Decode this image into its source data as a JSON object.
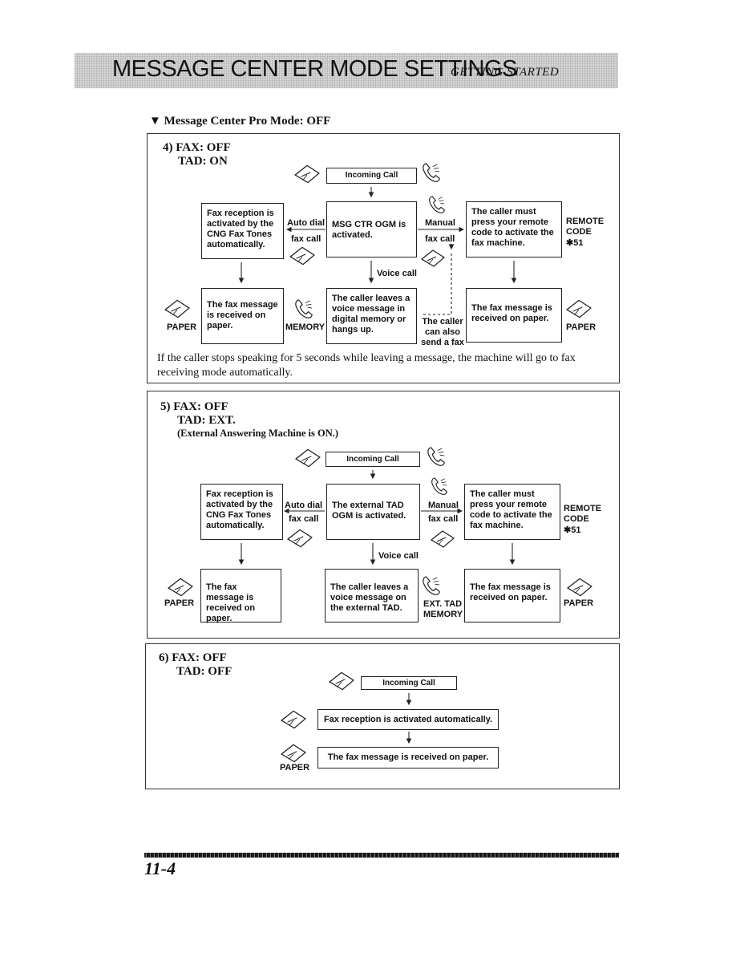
{
  "header": {
    "title": "MESSAGE CENTER MODE SETTINGS",
    "subtitle": "GETTING STARTED"
  },
  "section_heading": "▼ Message Center Pro Mode: OFF",
  "panel4": {
    "number_fax": "4)  FAX: OFF",
    "tad": "TAD: ON",
    "incoming": "Incoming Call",
    "left_box": "Fax reception is activated by the CNG Fax Tones automatically.",
    "auto_dial": "Auto dial",
    "fax_call_left": "fax call",
    "center_box": "MSG CTR OGM is activated.",
    "manual": "Manual",
    "fax_call_right": "fax call",
    "right_box": "The caller must press your remote code to activate the fax machine.",
    "remote_code": "REMOTE CODE",
    "code": "✱51",
    "voice_call": "Voice call",
    "bottom_left_box": "The fax message is received on paper.",
    "paper_left": "PAPER",
    "memory": "MEMORY",
    "bottom_center_box": "The caller leaves a voice message in digital memory or hangs up.",
    "caller_also": "The caller can also send a fax",
    "bottom_right_box": "The fax message is received on paper.",
    "paper_right": "PAPER",
    "note": "If the caller stops speaking for 5 seconds while leaving a message, the machine will go to fax receiving mode automatically."
  },
  "panel5": {
    "number_fax": "5)  FAX: OFF",
    "tad": "TAD: EXT.",
    "ext_note": "(External Answering Machine is ON.)",
    "incoming": "Incoming Call",
    "left_box": "Fax reception is activated by the CNG Fax Tones automatically.",
    "auto_dial": "Auto dial",
    "fax_call_left": "fax call",
    "center_box": "The external TAD OGM is activated.",
    "manual": "Manual",
    "fax_call_right": "fax call",
    "right_box": "The caller must press your remote code to activate the fax machine.",
    "remote_code": "REMOTE CODE",
    "code": "✱51",
    "voice_call": "Voice call",
    "bottom_left_box": "The fax message is received on paper.",
    "paper_left": "PAPER",
    "bottom_center_box": "The caller leaves a voice message on the external TAD.",
    "ext_tad_memory": "EXT. TAD MEMORY",
    "bottom_right_box": "The fax message is received on paper.",
    "paper_right": "PAPER"
  },
  "panel6": {
    "number_fax": "6)  FAX: OFF",
    "tad": "TAD: OFF",
    "incoming": "Incoming Call",
    "middle_box": "Fax reception is activated automatically.",
    "bottom_box": "The fax message is received on paper.",
    "paper": "PAPER"
  },
  "footer": {
    "page_number": "11-4"
  }
}
